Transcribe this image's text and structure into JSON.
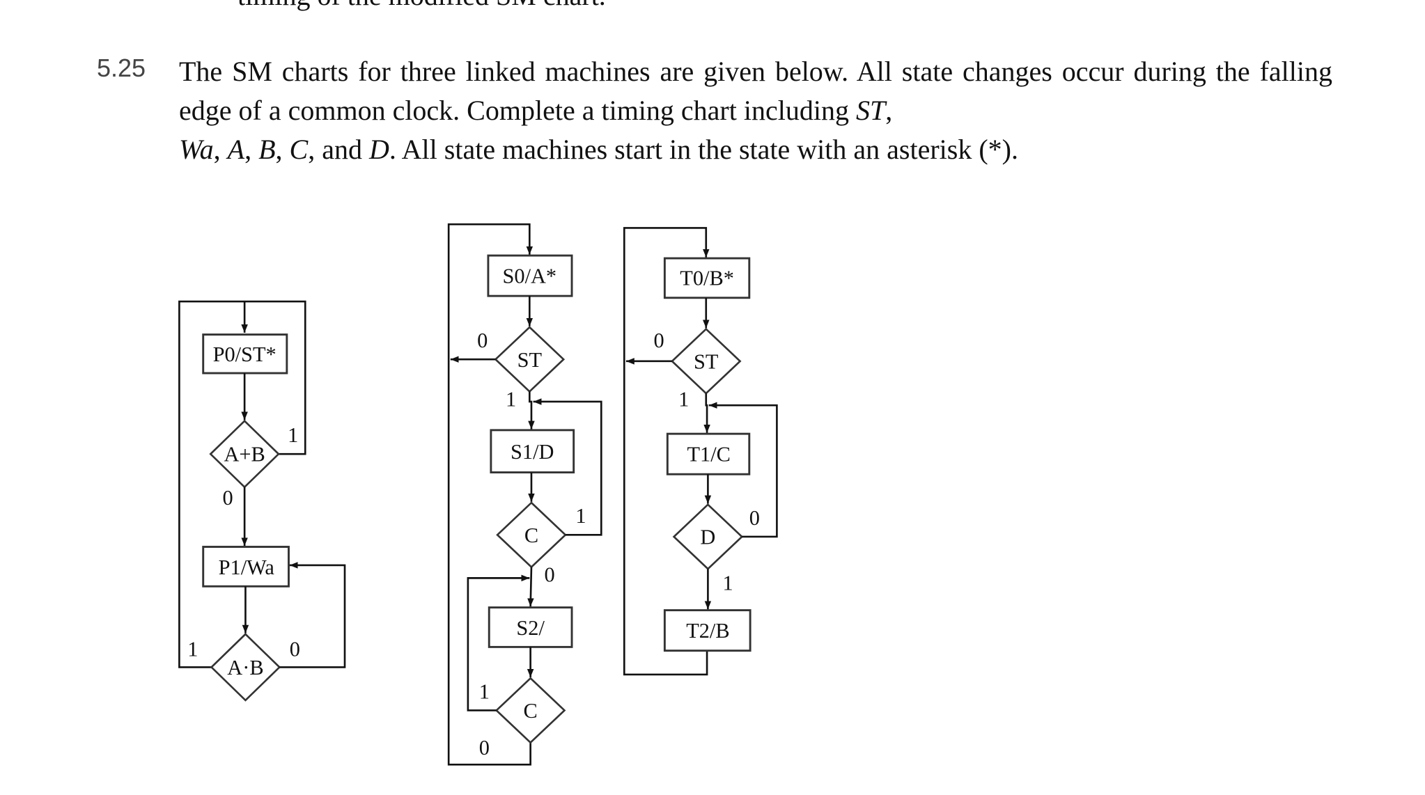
{
  "previous_line": "timing of the modified SM chart.",
  "problem": {
    "number": "5.25",
    "text_parts": [
      "The SM charts for three linked machines are given below. All state changes occur during the falling edge of a common clock. Complete a timing chart including ",
      "ST",
      ", ",
      "Wa",
      ", ",
      "A",
      ", ",
      "B",
      ", ",
      "C",
      ", and ",
      "D",
      ". All state machines start in the state with an asterisk (*)."
    ]
  },
  "charts": {
    "machine_p": {
      "states": [
        "P0/ST*",
        "P1/Wa"
      ],
      "decisions": [
        "A+B",
        "A·B"
      ],
      "branch_labels": [
        "1",
        "0",
        "1",
        "0"
      ]
    },
    "machine_s": {
      "states": [
        "S0/A*",
        "S1/D",
        "S2/"
      ],
      "decisions": [
        "ST",
        "C",
        "C"
      ],
      "branch_labels": [
        "0",
        "1",
        "1",
        "0",
        "1",
        "0"
      ]
    },
    "machine_t": {
      "states": [
        "T0/B*",
        "T1/C",
        "T2/B"
      ],
      "decisions": [
        "ST",
        "D"
      ],
      "branch_labels": [
        "0",
        "1",
        "0",
        "1"
      ]
    }
  }
}
